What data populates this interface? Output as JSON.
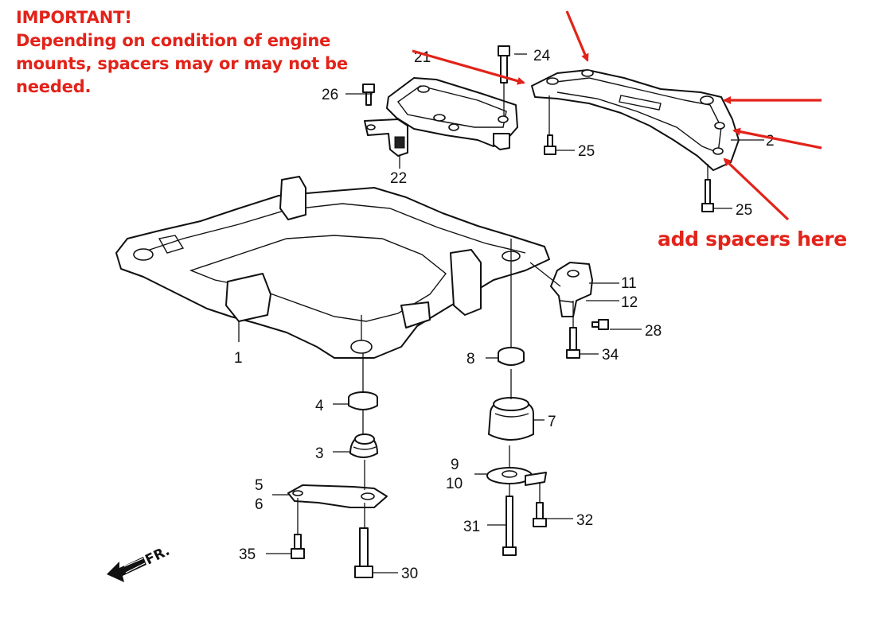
{
  "notice": {
    "line1": "IMPORTANT!",
    "line2": "Depending on condition of engine",
    "line3": "mounts, spacers may or may not be",
    "line4": "needed."
  },
  "spacer_note": "add spacers here",
  "direction_label": "FR.",
  "callouts": {
    "c1": "1",
    "c2": "2",
    "c3": "3",
    "c4": "4",
    "c5": "5",
    "c6": "6",
    "c7": "7",
    "c8": "8",
    "c9": "9",
    "c10": "10",
    "c11": "11",
    "c12": "12",
    "c21": "21",
    "c22": "22",
    "c24": "24",
    "c25a": "25",
    "c25b": "25",
    "c26": "26",
    "c28": "28",
    "c30": "30",
    "c31": "31",
    "c32": "32",
    "c34": "34",
    "c35": "35"
  },
  "colors": {
    "annotation_red": "#e2231a",
    "line_art": "#111111",
    "background": "#ffffff"
  }
}
